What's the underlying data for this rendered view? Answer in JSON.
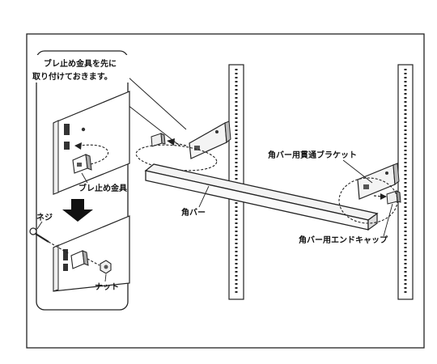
{
  "inset": {
    "note_line1": "ブレ止め金具を先に",
    "note_line2": "取り付けておきます。",
    "label_anti_shake_bracket": "ブレ止め金具",
    "label_screw": "ネジ",
    "label_nut": "ナット"
  },
  "main": {
    "label_square_bar": "角バー",
    "label_through_bracket": "角バー用貫通ブラケット",
    "label_end_cap": "角バー用エンドキャップ"
  }
}
